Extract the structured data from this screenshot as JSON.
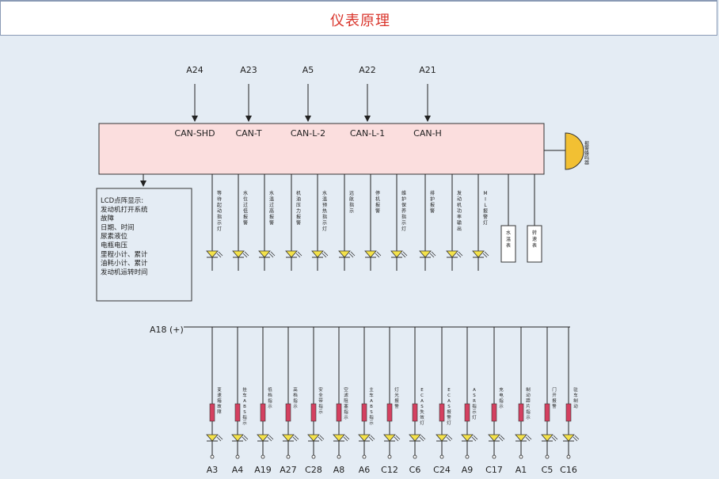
{
  "title": "仪表原理",
  "can_inputs": [
    {
      "pin": "A24",
      "label": "CAN-SHD"
    },
    {
      "pin": "A23",
      "label": "CAN-T"
    },
    {
      "pin": "A5",
      "label": "CAN-L-2"
    },
    {
      "pin": "A22",
      "label": "CAN-L-1"
    },
    {
      "pin": "A21",
      "label": "CAN-H"
    }
  ],
  "buzzer_label": "报警蜂鸣器",
  "lcd_lines": [
    "LCD点阵显示:",
    "发动机打开系统",
    "故障",
    "日期、时间",
    "尿素液位",
    "电瓶电压",
    "里程小计、累计",
    "油耗小计、累计",
    "发动机运转时间"
  ],
  "top_indicators": [
    "等待起动指示灯",
    "水位过低报警",
    "水温过高报警",
    "机油压力报警",
    "水温预热指示灯",
    "远航指示",
    "停机报警",
    "维护保养指示灯",
    "排护报警",
    "发动机功率输出",
    "MIL报警灯"
  ],
  "gauges": [
    "水温表",
    "转速表"
  ],
  "supply_label": "A18 (+)",
  "bottom_indicators": [
    {
      "label": "变速箱故障",
      "pin": "A3"
    },
    {
      "label": "挂车ABS指示",
      "pin": "A4"
    },
    {
      "label": "低档指示",
      "pin": "A19"
    },
    {
      "label": "高档指示",
      "pin": "A27"
    },
    {
      "label": "安全带指示",
      "pin": "C28"
    },
    {
      "label": "空滤阻塞指示",
      "pin": "A8"
    },
    {
      "label": "主车ABS指示",
      "pin": "A6"
    },
    {
      "label": "灯光报警",
      "pin": "C12"
    },
    {
      "label": "ECAS失效灯",
      "pin": "C6"
    },
    {
      "label": "ECAS报警灯",
      "pin": "C24"
    },
    {
      "label": "ASR指示灯",
      "pin": "A9"
    },
    {
      "label": "充电指示",
      "pin": "C17"
    },
    {
      "label": "制动蹄片指示",
      "pin": "A1"
    },
    {
      "label": "门开报警",
      "pin": "C5"
    },
    {
      "label": "驻车制动",
      "pin": "C16"
    }
  ],
  "colors": {
    "box_fill": "#fbdede",
    "buzzer": "#f2c033",
    "led": "#f4e24a",
    "resistor": "#d44060",
    "title": "#d9342b"
  }
}
